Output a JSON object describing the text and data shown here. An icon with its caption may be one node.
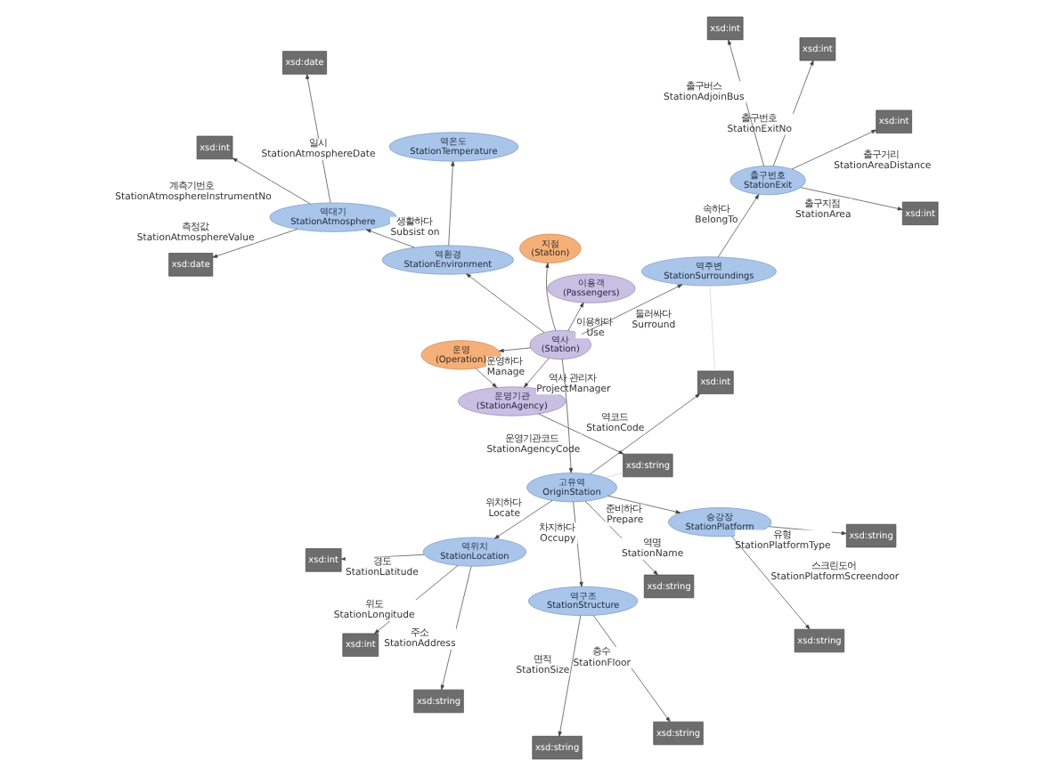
{
  "diagram": {
    "nodes": [
      {
        "text": [
          "운영 (Operation)"
        ]
      },
      {
        "text": [
          "xsd:string"
        ]
      },
      {
        "text": [
          "운영기관 (StationAgency)"
        ]
      },
      {
        "text": [
          "지점 (Station)"
        ]
      },
      {
        "text": [
          "xsd:string"
        ]
      },
      {
        "text": [
          "xsd:string"
        ]
      },
      {
        "text": [
          "역구조 StationStructure"
        ]
      },
      {
        "text": [
          "이용객 (Passengers)"
        ]
      },
      {
        "text": [
          "역사 (Station)"
        ]
      },
      {
        "text": [
          "고유역 OriginStation"
        ]
      },
      {
        "text": [
          "xsd:string"
        ]
      },
      {
        "text": [
          "역환경 StationEnvironment"
        ]
      },
      {
        "text": [
          "역주변 StationSurroundings"
        ]
      },
      {
        "text": [
          "xsd:int"
        ]
      },
      {
        "text": [
          "역온도 StationTemperature"
        ]
      },
      {
        "text": [
          "역위치 StationLocation"
        ]
      },
      {
        "text": [
          "승강장 StationPlatform"
        ]
      },
      {
        "text": [
          "출구번호 StationExit"
        ]
      },
      {
        "text": [
          "역대기 StationAtmosphere"
        ]
      },
      {
        "text": [
          "xsd:int"
        ]
      },
      {
        "text": [
          "xsd:int"
        ]
      },
      {
        "text": [
          "xsd:string"
        ]
      },
      {
        "text": [
          "xsd:string"
        ]
      },
      {
        "text": [
          "xsd:string"
        ]
      },
      {
        "text": [
          "xsd:int"
        ]
      },
      {
        "text": [
          "xsd:int"
        ]
      },
      {
        "text": [
          "xsd:int"
        ]
      },
      {
        "text": [
          "xsd:int"
        ]
      },
      {
        "text": [
          "xsd:date"
        ]
      },
      {
        "text": [
          "xsd:date"
        ]
      },
      {
        "text": [
          "xsd:int"
        ]
      }
    ],
    "edges": [
      {
        "from": 8,
        "to": 0,
        "arrow": "to"
      },
      {
        "from": 8,
        "to": 3,
        "arrow": "to"
      },
      {
        "from": 0,
        "to": 2,
        "label": "운영하다 Manage",
        "arrow": "to"
      },
      {
        "from": 2,
        "to": 1,
        "label": "운영기관코드 StationAgencyCode",
        "arrow": "to"
      },
      {
        "from": 8,
        "to": 2,
        "label": "역사 관리자 ProjectManager",
        "arrow": "to"
      },
      {
        "from": 8,
        "to": 7,
        "label": "이용하다 Use",
        "arrow": "to"
      },
      {
        "from": 8,
        "to": 9,
        "arrow": "to"
      },
      {
        "from": 9,
        "to": 6,
        "label": "차지하다 Occupy",
        "arrow": "to"
      },
      {
        "from": 6,
        "to": 4,
        "label": "층수 StationFloor",
        "arrow": "to"
      },
      {
        "from": 6,
        "to": 5,
        "label": "면적 StationSize",
        "arrow": "to"
      },
      {
        "from": 9,
        "to": 10,
        "label": "역명 StationName",
        "arrow": "to"
      },
      {
        "from": 9,
        "to": 13,
        "label": "역코드 StationCode",
        "arrow": "to"
      },
      {
        "from": 9,
        "to": 15,
        "label": "위치하다 Locate",
        "arrow": "to"
      },
      {
        "from": 9,
        "to": 16,
        "label": "준비하다 Prepare",
        "arrow": "to"
      },
      {
        "from": 8,
        "to": 12,
        "label": "둘러싸다 Surround",
        "arrow": "to"
      },
      {
        "from": 12,
        "to": 17,
        "label": "속하다 BelongTo",
        "arrow": "to"
      },
      {
        "from": 8,
        "to": 11,
        "arrow": "to"
      },
      {
        "from": 11,
        "to": 18,
        "label": "생활하다 Subsist on",
        "arrow": "to"
      },
      {
        "from": 11,
        "to": 14,
        "arrow": "to"
      },
      {
        "from": 15,
        "to": 19,
        "label": "경도 StationLatitude",
        "arrow": "to"
      },
      {
        "from": 15,
        "to": 20,
        "label": "위도 StationLongitude",
        "arrow": "to"
      },
      {
        "from": 15,
        "to": 21,
        "label": "주소 StationAddress",
        "arrow": "to"
      },
      {
        "from": 16,
        "to": 22,
        "label": "유형 StationPlatformType",
        "arrow": "to"
      },
      {
        "from": 16,
        "to": 23,
        "label": "스크린도어 StationPlatformScreendoor",
        "arrow": "to"
      },
      {
        "from": 17,
        "to": 24,
        "label": "출구번호 StationExitNo",
        "arrow": "to"
      },
      {
        "from": 17,
        "to": 25,
        "label": "출구지점 StationArea",
        "arrow": "to"
      },
      {
        "from": 17,
        "to": 26,
        "label": "출구거리 StationAreaDistance",
        "arrow": "to"
      },
      {
        "from": 17,
        "to": 27,
        "label": "출구버스 StationAdjoinBus",
        "arrow": "to"
      },
      {
        "from": 18,
        "to": 28,
        "label": "측정값 StationAtmosphereValue",
        "arrow": "to"
      },
      {
        "from": 18,
        "to": 29,
        "label": "일시 StationAtmosphereDate",
        "arrow": "to"
      },
      {
        "from": 18,
        "to": 30,
        "label": "계측기번호 StationAtmosphereInstrumentNo",
        "arrow": "to"
      },
      {
        "from": 1,
        "to": 9,
        "arrow": "none",
        "color": "#d4d4d4"
      },
      {
        "from": 13,
        "to": 12,
        "arrow": "none",
        "color": "#d4d4d4"
      }
    ]
  }
}
